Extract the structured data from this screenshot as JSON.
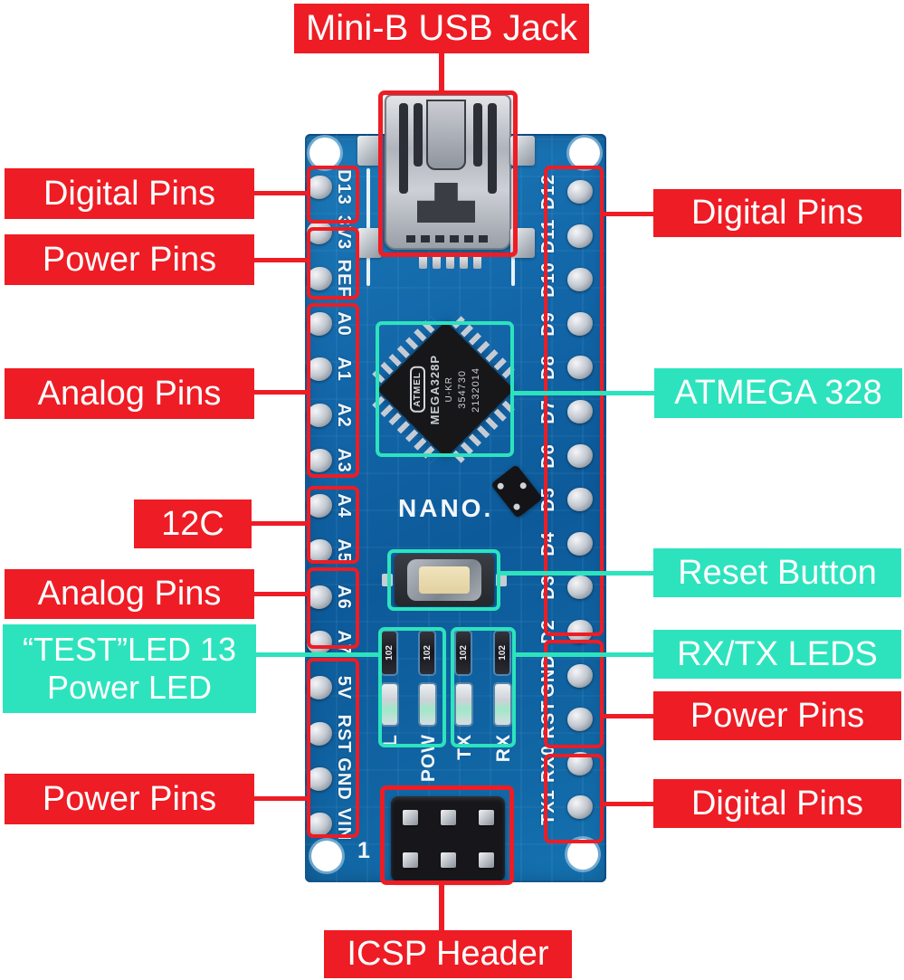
{
  "colors": {
    "accent_red": "#ee1c24",
    "accent_teal": "#2de3bd",
    "board_blue": "#1266a8"
  },
  "callouts": {
    "top": {
      "label": "Mini-B USB Jack"
    },
    "left": [
      {
        "label": "Digital Pins",
        "style": "red"
      },
      {
        "label": "Power Pins",
        "style": "red"
      },
      {
        "label": "Analog Pins",
        "style": "red"
      },
      {
        "label": "12C",
        "style": "red"
      },
      {
        "label": "Analog Pins",
        "style": "red"
      },
      {
        "line1": "“TEST”LED 13",
        "line2": "Power LED",
        "style": "teal"
      },
      {
        "label": "Power Pins",
        "style": "red"
      }
    ],
    "right": [
      {
        "label": "Digital Pins",
        "style": "red"
      },
      {
        "label": "ATMEGA 328",
        "style": "teal"
      },
      {
        "label": "Reset Button",
        "style": "teal"
      },
      {
        "label": "RX/TX LEDS",
        "style": "teal"
      },
      {
        "label": "Power Pins",
        "style": "red"
      },
      {
        "label": "Digital Pins",
        "style": "red"
      }
    ],
    "bottom": {
      "label": "ICSP Header"
    }
  },
  "board": {
    "silkscreen_name": "NANO.",
    "pin1_marker": "1",
    "left_pins": [
      "D13",
      "3V3",
      "REF",
      "A0",
      "A1",
      "A2",
      "A3",
      "A4",
      "A5",
      "A6",
      "A7",
      "5V",
      "RST",
      "GND",
      "VIN"
    ],
    "right_pins": [
      "D12",
      "D11",
      "D10",
      "D9",
      "D8",
      "D7",
      "D6",
      "D5",
      "D4",
      "D3",
      "D2",
      "GND",
      "RST",
      "RX0",
      "TX1"
    ],
    "chip": {
      "brand": "ATMEL",
      "line1": "MEGA328P",
      "line2": "U-KR",
      "line3": "354730",
      "line4": "2132014"
    },
    "led_labels": [
      "L",
      "POW",
      "TX",
      "RX"
    ],
    "resistor_marking": "102"
  }
}
